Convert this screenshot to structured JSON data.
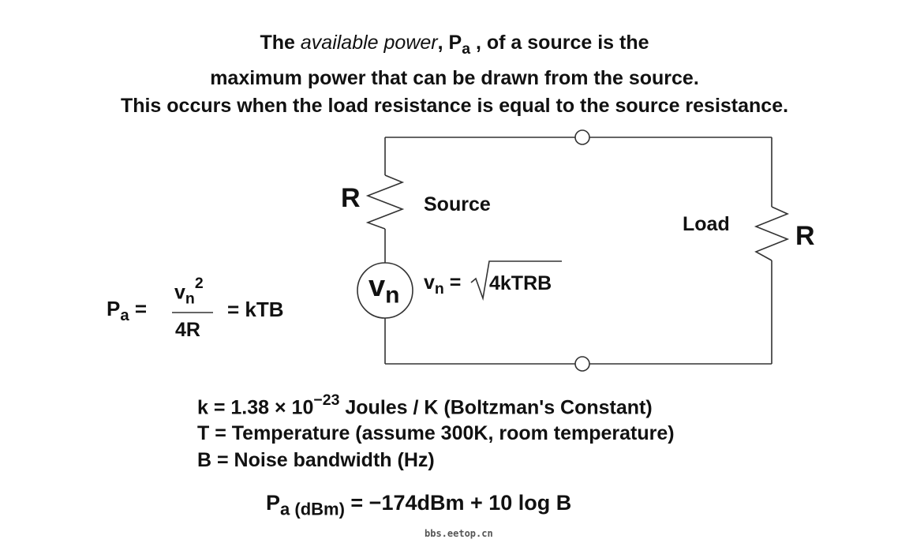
{
  "heading": {
    "line1_pre": "The ",
    "line1_italic": "available power",
    "line1_mid": ", P",
    "line1_sub": "a",
    "line1_post": " , of a source is the",
    "line2": "maximum power that can be drawn from the source.",
    "line3": "This occurs when the load resistance is equal to the source resistance."
  },
  "circuit": {
    "source_resistor_label": "R",
    "source_label": "Source",
    "load_label": "Load",
    "load_resistor_label": "R",
    "vsrc_main": "v",
    "vsrc_sub": "n",
    "vn_eq_main": "v",
    "vn_eq_sub": "n",
    "vn_eq_sign": "=",
    "vn_eq_radicand": "4kTRB"
  },
  "formula_pa": {
    "lhs_main": "P",
    "lhs_sub": "a",
    "lhs_eq": "=",
    "num_main": "v",
    "num_sub": "n",
    "num_sup": "2",
    "den": "4R",
    "rhs": "= kTB"
  },
  "definitions": {
    "k_pre": "k = 1.38 × 10",
    "k_exp": "−23",
    "k_post": " Joules / K (Boltzman's Constant)",
    "t": "T = Temperature (assume 300K, room temperature)",
    "b": "B = Noise bandwidth (Hz)"
  },
  "formula_dbm": {
    "main": "P",
    "sub": "a (dBm)",
    "rhs": " =  −174dBm + 10 log B"
  },
  "watermark": "bbs.eetop.cn"
}
